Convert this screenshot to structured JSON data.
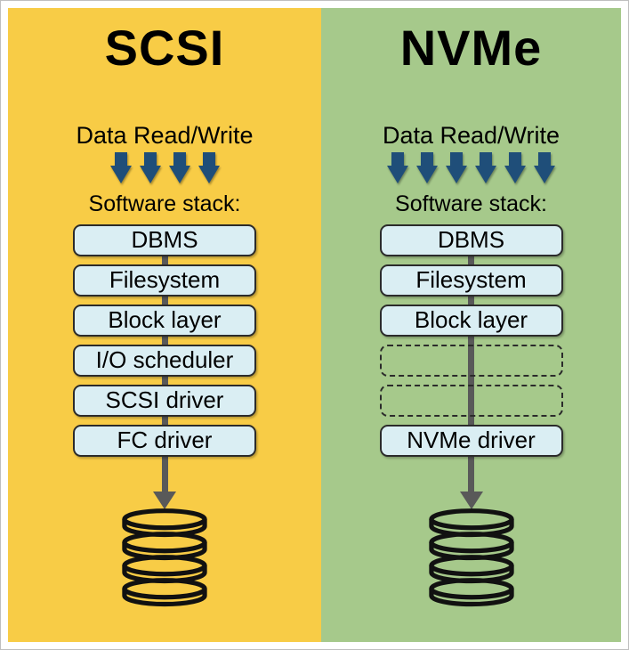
{
  "panels": [
    {
      "title": "SCSI",
      "data_label": "Data Read/Write",
      "stack_label": "Software stack:",
      "arrow_count": 4,
      "boxes": [
        {
          "label": "DBMS",
          "style": "solid"
        },
        {
          "label": "Filesystem",
          "style": "solid"
        },
        {
          "label": "Block layer",
          "style": "solid"
        },
        {
          "label": "I/O scheduler",
          "style": "solid"
        },
        {
          "label": "SCSI driver",
          "style": "solid"
        },
        {
          "label": "FC driver",
          "style": "solid"
        }
      ]
    },
    {
      "title": "NVMe",
      "data_label": "Data Read/Write",
      "stack_label": "Software stack:",
      "arrow_count": 6,
      "boxes": [
        {
          "label": "DBMS",
          "style": "solid"
        },
        {
          "label": "Filesystem",
          "style": "solid"
        },
        {
          "label": "Block layer",
          "style": "solid"
        },
        {
          "label": "",
          "style": "dashed"
        },
        {
          "label": "",
          "style": "dashed"
        },
        {
          "label": "NVMe driver",
          "style": "solid"
        }
      ]
    }
  ],
  "colors": {
    "scsi_panel_bg": "#F8CC46",
    "nvme_panel_bg": "#A6C98B",
    "box_fill": "#DAEEF3",
    "box_border": "#2B2B2B",
    "blue_arrow": "#1F4E79",
    "flow_arrow_gray": "#595959"
  }
}
